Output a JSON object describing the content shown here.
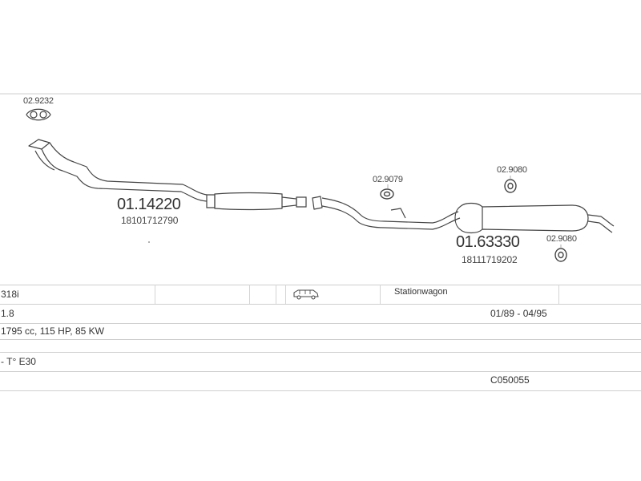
{
  "parts": {
    "gasket": "02.9232",
    "front_pipe_ref": "01.14220",
    "front_pipe_oem": "18101712790",
    "rubber_mount_center": "02.9079",
    "rubber_mount_upper": "02.9080",
    "rear_silencer_ref": "01.63330",
    "rear_silencer_oem": "18111719202",
    "rubber_mount_lower": "02.9080"
  },
  "vehicle": {
    "model": "318i",
    "body_icon": "station-wagon-icon",
    "body_type": "Stationwagon",
    "engine": "1.8",
    "production_years": "01/89 - 04/95",
    "specs": "1795 cc, 115 HP, 85 KW",
    "chassis": "- T° E30",
    "catalog_code": "C050055"
  },
  "colors": {
    "line": "#444444",
    "grid": "#cfcfcf",
    "text": "#333333"
  }
}
